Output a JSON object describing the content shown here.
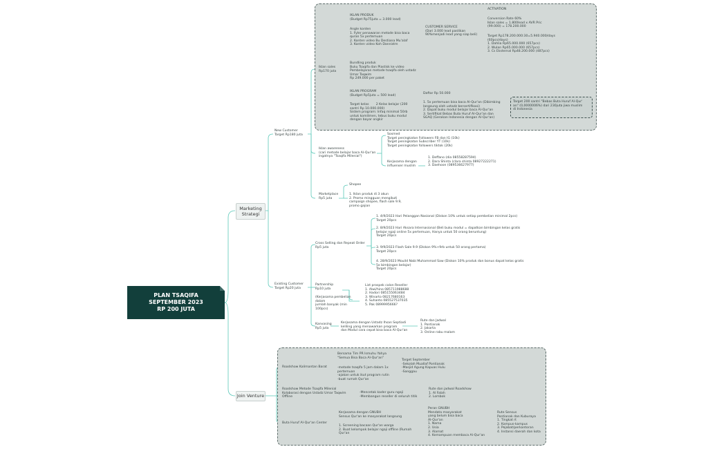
{
  "root": {
    "line1": "PLAN TSAQIFA",
    "line2": "SEPTEMBER 2023",
    "line3": "RP 200 JUTA"
  },
  "branches": {
    "marketing": {
      "line1": "Marketing",
      "line2": "Strategi"
    },
    "join": {
      "label": "Join Venture"
    }
  },
  "new_customer": {
    "label": "New Customer\nTarget Rp180 juta"
  },
  "existing_customer": {
    "label": "Existing Customer\nTarget Rp20 juta"
  },
  "iklan_sales": {
    "label": "Iklan sales\nRp170 juta"
  },
  "iklan_produk": {
    "label": "IKLAN PRODUK\n(Budget Rp75juta = 3.000 lead)"
  },
  "angle_konten": {
    "label": "Angle konten\n1. Fyler penawaran metode bisa baca\nquran 5x pertemuan\n2. Konten video Bu Destiana Mu'alaf\n3. Konten video Koh Dannistm"
  },
  "bundling": {
    "label": "Bundling produk\nBuku Tsaqifa dan Plastisk ke video\nPembelajaran metode tsaqifa oleh ustadz\nUmar Taqwim\nRp 249.000 per paket"
  },
  "iklan_program": {
    "label": "IKLAN PROGRAM\n(Budget Rp5juta = 500 lead)"
  },
  "target_kelas": {
    "label": "Target kelas       2 Kelas belajar (200\nsantri Rp 10.000.000)\nSistem program: Infaq minimal 50rb\nuntuk komitmen, tebus buku modul\ndengan bayar ongkir"
  },
  "customer_service": {
    "label": "CUSTOMER SERVICE\n(Dari 3.000 lead pastikan\n90%menjadi lead yang siap beli)"
  },
  "daftar": {
    "label": "Daftar Rp 50.000"
  },
  "benefits": {
    "label": "1. 5x pertemuan bisa baca Al-Qur'an (Dibimbing\nlangsung oleh ustadz bersertifikasi)\n2. Dapat buku modul belajar baca Al-Qur'an\n3. Sertifikat Bebas Buta Huruf Al-Qur'an dan\nSGAQ (Gerakan Indonesia dengan Al-Qur'an)"
  },
  "activation": {
    "label": "ACTIVATION"
  },
  "conversion": {
    "label": "Conversion Rate 60%\nIklan sales = 1.800lead x AVR Pric\n(99.000) = 178.200.000"
  },
  "target_rp": {
    "label": "Target Rp178.200.000:30=5.940.000/days\n(60pcs/days)\n1. Dahlia Rp65.000.000 (657pcs)\n2. Wulan Rp65.000.000 (657pcs)\n3. Cs Eksternal Rp48.200.000 (487pcs)"
  },
  "target_200": {
    "label": "Target 200 santri \"Bebas Buta Huruf Al-Qur'\nan\" (0,0000006%) dari 230juta jiwa muslim\ndi Indonesia"
  },
  "iklan_awareness": {
    "label": "Iklan awareness\n(cari metode belajar baca Al-Qur'an\ningatnya \"Tsaqifa Milenial\")"
  },
  "sosmed": {
    "label": "Sosmed\nTarget peningkatan Followers FB dan IG (10k)\nTarget peningkatan Subscriber YT (10k)\nTarget peningkatan followers tiktok (20k)"
  },
  "influencer": {
    "label": "Kerjasama dengan\ninfluenser muslim"
  },
  "influencer_list": {
    "label": "1. Deffano (dia 08558287594)\n2. Dara Shinta (clara shinta 08927222271)\n3. Daehoon (089536627977)"
  },
  "marketplace": {
    "label": "Marketplace\nRp5 juta"
  },
  "shopee": {
    "label": "Shopee"
  },
  "shopee_detail": {
    "label": "1. Iklan produk di 3 akun\n2. Promo mingguan mengikuti\ncampaign shopee, flash sale 9.9,\npromo gajian"
  },
  "cross_selling": {
    "label": "Cross Selling dan Repeat Order\nRp5 juta"
  },
  "promo_1": {
    "label": "1. 4/9/2023 Hari Pelanggan Nasional (Diskon 10% untuk setiap pembelian minimal 2pcs)\nTarget 20pcs"
  },
  "promo_2": {
    "label": "2. 8/9/2023 Hari Aksara Internasional (Beli buku modul = dapatkan bimbingan kelas gratis\nbelajar ngaji online 5x pertemuan, Hanya untuk 50 orang beruntung)\nTarget 20pcs"
  },
  "promo_3": {
    "label": "3. 9/9/2023 Flash Sale 9.9 (Diskon 9%+9rb untuk 50 orang pertama)\nTarget 20pcs"
  },
  "promo_4": {
    "label": "4. 28/9/2023 Mouild Nabi Muhammad Saw (Diskon 10% produk dan bonus dapat kelas gratis\n5x bimbingan belajar)\nTarget 20pcs"
  },
  "partnership": {
    "label": "Partnership\nRp10 juta"
  },
  "reseller": {
    "label": "List prospek calon Reseller\n1. Alwi/hino 085711988688\n2. Hadori 085155063484\n3. Winarto 08217680163\n4. Suhanto 085527537035\n5. Pak 0899995666?"
  },
  "kerjasama_beli": {
    "label": "(Kerjasama pembelian\ndalam\njumlah banyak (min\n100pcs)"
  },
  "kanvasing": {
    "label": "Kanvasing\nRp5 juta"
  },
  "kanvasing_detail": {
    "label": "Kerjasama dengan Ustadz Ihsan Septiadi\nkeliling yang menawarkan program\ndan Modul cara cepat bisa baca Al-Qur'an"
  },
  "rute_jadwal": {
    "label": "Rute dan Jadwal\n1. Pontianak\n2. Jakarta\n3. Online rabu malam"
  },
  "roadshow_kalbar": {
    "label": "Roadshow Kalimantan Barat"
  },
  "bersama_tim": {
    "label": "Bersama Tim PR Ismuhu Yahya\n\"Semua Bisa Baca Al-Qur'an\""
  },
  "metode": {
    "label": "-metode tsaqifa 5 jam dalam 1x\npertemuan\n-ajakan untuk ikut program rutin\n-buat rumah Qur'an"
  },
  "target_sept": {
    "label": "Target September\n-Sekolah Muallaf Pontianak\n-Masjid Agung Kapuas Hulu\n-Sanggau"
  },
  "roadshow_metode": {
    "label": "Roadshow Metode Tsaqifa Milenial\nKolaborasi dengan Ustadz Umar Taqwim\nOffline"
  },
  "mencetak": {
    "label": "-Mencetak kader guru ngaji\n-Membangun reseller di seluruh titik"
  },
  "rute_roadshow": {
    "label": "Rute dan jadwal Roadshow\n1. Al Falah\n2. Lombok"
  },
  "buta_huruf": {
    "label": "Buta Huruf Al-Qur'an Center"
  },
  "kerjasama_gnubh": {
    "label": "Kerjasama dengan GNUBH\nSensus Qur'an ke masyarakat langsung"
  },
  "screening": {
    "label": "1. Screening bacaan Qur'an warga\n2. Buat kelompok belajar ngaji offline (Rumah\nQur'an"
  },
  "peran": {
    "label": "Peran GNUBH\nMendata masyarakat\nyang belum bisa baca\nAl-Qur'an\n1. Nama\n2. Usia\n3. Alamat\n4. Kemampuan membaca Al-Qur'an"
  },
  "rute_sensus": {
    "label": "Rute Sensus\nPontianak dan Kuburaya\n1. Tingkat rt\n2. Kampus-kampus\n3. Pejabat/perkantoran\n4. Instansi daerah dan kota"
  }
}
